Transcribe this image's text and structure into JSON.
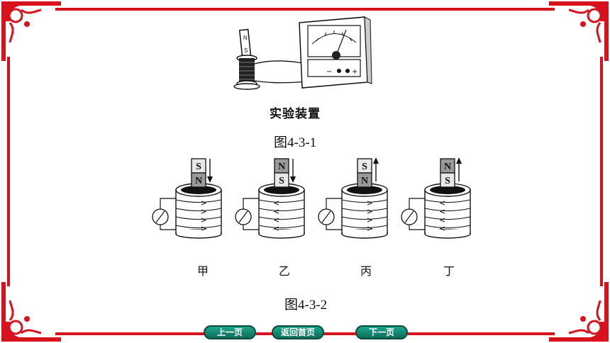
{
  "figure_1": {
    "caption": "实验装置",
    "label": "图4-3-1"
  },
  "figure_2": {
    "label": "图4-3-2",
    "variants": [
      {
        "name": "甲",
        "top_pole": "S",
        "bottom_pole": "N",
        "motion": "down"
      },
      {
        "name": "乙",
        "top_pole": "N",
        "bottom_pole": "S",
        "motion": "down"
      },
      {
        "name": "丙",
        "top_pole": "S",
        "bottom_pole": "N",
        "motion": "up"
      },
      {
        "name": "丁",
        "top_pole": "N",
        "bottom_pole": "S",
        "motion": "up"
      }
    ]
  },
  "apparatus": {
    "magnet_top": "N",
    "magnet_bottom": "S",
    "meter_plus": "+",
    "meter_minus": "−"
  },
  "nav": {
    "prev": "上一页",
    "home": "返回首页",
    "next": "下一页"
  },
  "colors": {
    "frame": "#d8121c",
    "nav_button": "#128a72"
  }
}
